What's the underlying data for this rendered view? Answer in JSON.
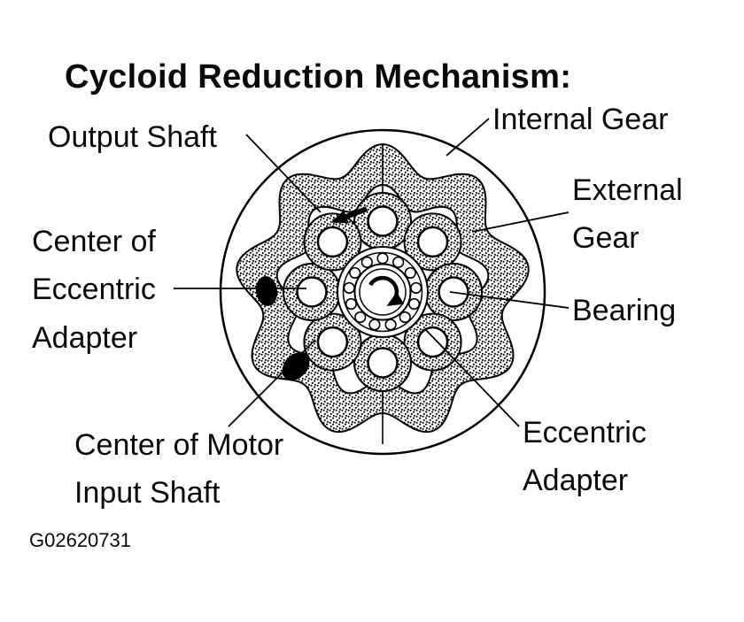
{
  "title": "Cycloid Reduction Mechanism:",
  "figure_id": "G02620731",
  "labels": {
    "output_shaft": "Output Shaft",
    "internal_gear": "Internal Gear",
    "external_gear": "External\nGear",
    "center_of_eccentric_adapter": "Center of\nEccentric\nAdapter",
    "bearing": "Bearing",
    "center_of_motor_input_shaft": "Center of Motor\nInput Shaft",
    "eccentric_adapter": "Eccentric\nAdapter"
  },
  "diagram": {
    "ink_color": "#000000",
    "background_color": "#ffffff",
    "parts": [
      "internal-gear-ring",
      "external-gear-disc",
      "roller-pins",
      "center-bearing",
      "rotation-arrow",
      "output-shaft-arrow"
    ]
  }
}
